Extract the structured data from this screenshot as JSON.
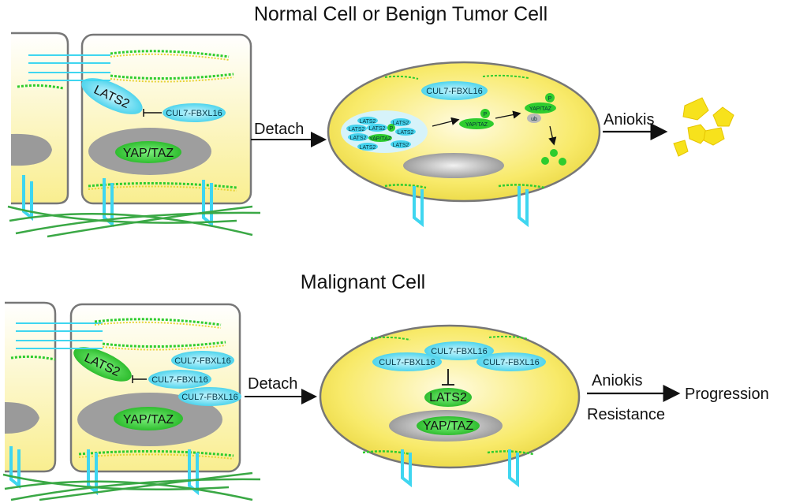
{
  "top": {
    "title": "Normal Cell or Benign Tumor Cell",
    "attached": {
      "lats2": "LATS2",
      "cul7": "CUL7-FBXL16",
      "yap": "YAP/TAZ"
    },
    "detach": "Detach",
    "floating": {
      "cul7": "CUL7-FBXL16",
      "complex_lats2": "LATS2",
      "complex_yap": "YAP/TAZ",
      "p": "P",
      "yap_p": "YAP/TAZ",
      "yap_p2": "YAP/TAZ",
      "ub": "ub"
    },
    "outcome": "Aniokis"
  },
  "bottom": {
    "title": "Malignant Cell",
    "attached": {
      "lats2": "LATS2",
      "cul7": "CUL7-FBXL16",
      "yap": "YAP/TAZ"
    },
    "detach": "Detach",
    "floating": {
      "cul7": "CUL7-FBXL16",
      "lats2": "LATS2",
      "yap": "YAP/TAZ"
    },
    "outcome_line1": "Aniokis",
    "outcome_line2": "Resistance",
    "progression": "Progression"
  },
  "colors": {
    "cell_fill": "#f7ec80",
    "cyan": "#3fd6f0",
    "green": "#2ecc2e",
    "nucleus": "#a8a8a8",
    "ecm": "#3aa845"
  }
}
